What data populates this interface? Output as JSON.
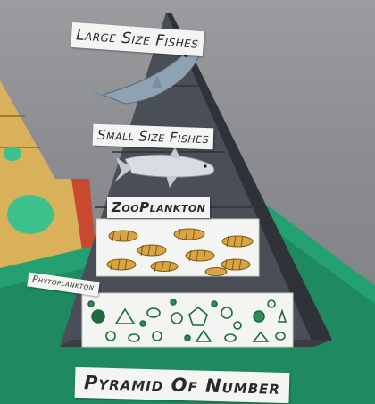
{
  "labels": {
    "large_fishes": "Large Size Fishes",
    "small_fishes": "Small Size Fishes",
    "zooplankton": "ZooPlankton",
    "phytoplankton": "Phytoplankton",
    "title": "Pyramid Of Number"
  },
  "pyramid_levels": [
    {
      "level": "Large Size Fishes",
      "count_shown": 1
    },
    {
      "level": "Small Size Fishes",
      "count_shown": 1
    },
    {
      "level": "ZooPlankton",
      "count_shown": 9
    },
    {
      "level": "Phytoplankton",
      "count_shown": 22
    }
  ],
  "colors": {
    "pyramid_face": "#4a4e57",
    "pyramid_edge": "#2f3239",
    "base_green": "#1f8a61",
    "label_card": "#f4f4f2",
    "zooplankton_fill": "#d9a441",
    "phytoplankton_stroke": "#1d6b3e",
    "left_pyramid_yellow": "#d8b15a",
    "left_red_strip": "#c8492f"
  }
}
